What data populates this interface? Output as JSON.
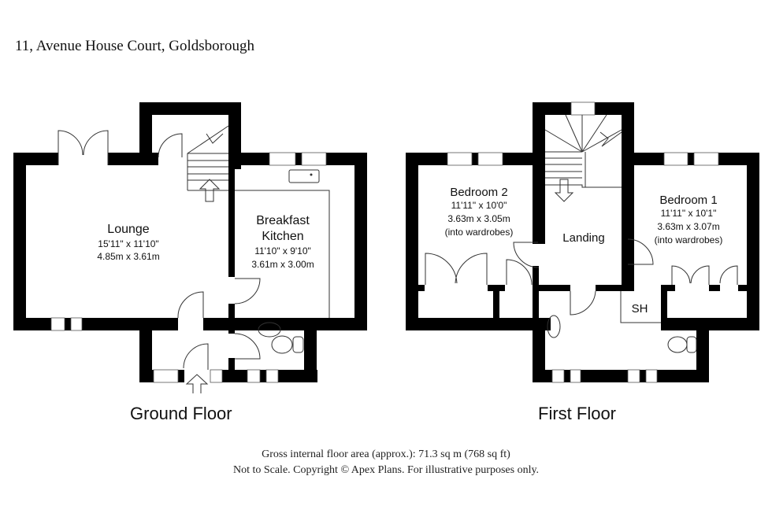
{
  "header": {
    "address": "11, Avenue House Court, Goldsborough"
  },
  "ground_floor": {
    "label": "Ground Floor",
    "rooms": [
      {
        "name": "Lounge",
        "imperial": "15'11\" x 11'10\"",
        "metric": "4.85m x 3.61m"
      },
      {
        "name_line1": "Breakfast",
        "name_line2": "Kitchen",
        "imperial": "11'10\" x 9'10\"",
        "metric": "3.61m x 3.00m"
      }
    ]
  },
  "first_floor": {
    "label": "First Floor",
    "rooms": [
      {
        "name": "Bedroom 2",
        "imperial": "11'11\" x 10'0\"",
        "metric": "3.63m x 3.05m",
        "note": "(into wardrobes)"
      },
      {
        "name": "Landing"
      },
      {
        "name": "Bedroom 1",
        "imperial": "11'11\" x 10'1\"",
        "metric": "3.63m x 3.07m",
        "note": "(into wardrobes)"
      },
      {
        "name": "SH"
      }
    ]
  },
  "footer": {
    "line1": "Gross internal floor area (approx.): 71.3 sq m (768 sq ft)",
    "line2": "Not to Scale. Copyright © Apex Plans. For illustrative purposes only."
  }
}
